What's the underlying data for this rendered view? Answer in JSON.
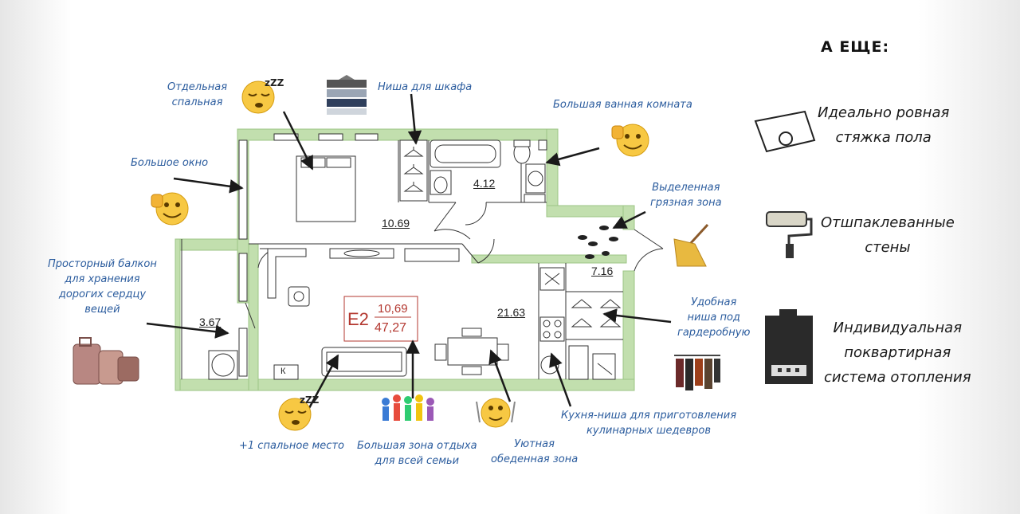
{
  "header": {
    "more_title": "А ЕЩЕ:"
  },
  "features": [
    {
      "text": "Идеально ровная\nстяжка пола",
      "icon": "floor-roll-icon"
    },
    {
      "text": "Отшпаклеванные\nстены",
      "icon": "paint-roller-icon"
    },
    {
      "text": "Индивидуальная\nпоквартирная\nсистема отопления",
      "icon": "boiler-icon"
    }
  ],
  "callouts": {
    "bedroom": "Отдельная\nспальная",
    "closet_niche": "Ниша для шкафа",
    "bathroom": "Большая ванная комната",
    "window": "Большое окно",
    "dirty_zone": "Выделенная\nгрязная зона",
    "balcony": "Просторный балкон\nдля хранения\nдорогих сердцу\nвещей",
    "wardrobe_niche": "Удобная\nниша под\nгардеробную",
    "extra_bed": "+1 спальное место",
    "rest_zone": "Большая зона отдыха\nдля всей семьи",
    "dining_zone": "Уютная\nобеденная зона",
    "kitchen_niche": "Кухня-ниша для приготовления\nкулинарных шедевров"
  },
  "plan": {
    "type_code": "E2",
    "living_area": "10,69",
    "total_area": "47,27",
    "rooms": {
      "bedroom": "10.69",
      "bathroom": "4.12",
      "hall": "7.16",
      "balcony": "3.67",
      "living": "21.63"
    },
    "kitchen_mark": "К"
  },
  "colors": {
    "wall": "#c2dfae",
    "label": "#2b5c9e",
    "badge": "#b3372f"
  }
}
